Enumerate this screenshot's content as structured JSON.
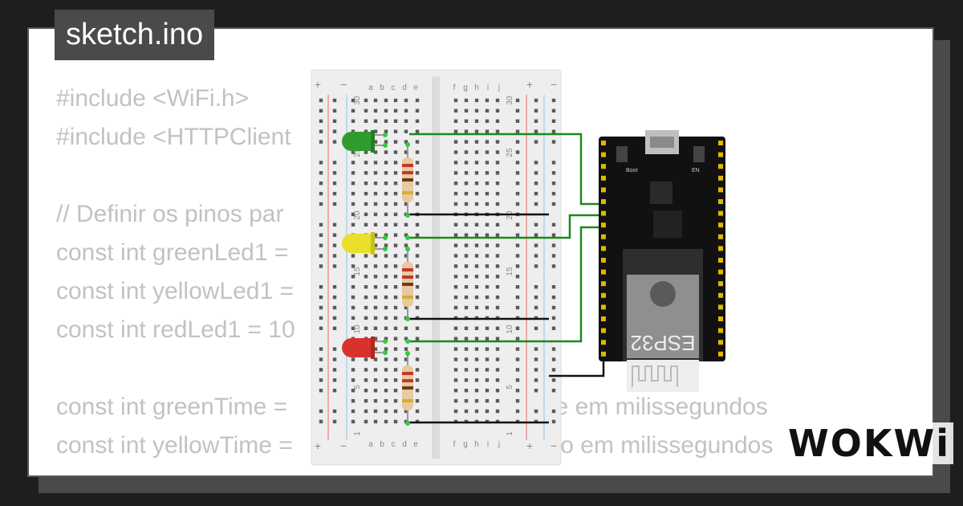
{
  "title": "sketch.ino",
  "logo": "WOKWi",
  "code_lines": [
    "#include <WiFi.h>",
    "#include <HTTPClient",
    "",
    "// Definir os pinos par",
    "const int greenLed1 =",
    "const int yellowLed1 =",
    "const int redLed1 = 10",
    "",
    "const int greenTime =                              o verde em milissegundos",
    "const int yellowTime =                             amarelo em milissegundos"
  ],
  "breadboard": {
    "columns_left": [
      "a",
      "b",
      "c",
      "d",
      "e"
    ],
    "columns_right": [
      "f",
      "g",
      "h",
      "i",
      "j"
    ],
    "row_numbers": [
      "30",
      "25",
      "20",
      "15",
      "10",
      "5",
      "1"
    ],
    "rail_plus": "+",
    "rail_minus": "−"
  },
  "board": {
    "chip_label": "ESP32",
    "boot_label": "Boot",
    "en_label": "EN"
  },
  "colors": {
    "background": "#1e1e1e",
    "card": "#ffffff",
    "code_text": "#c2c2c2",
    "wire_green": "#1a8a1a",
    "wire_black": "#111111",
    "led_green": "#2e9d2e",
    "led_yellow": "#e8e02a",
    "led_red": "#d8322e"
  }
}
